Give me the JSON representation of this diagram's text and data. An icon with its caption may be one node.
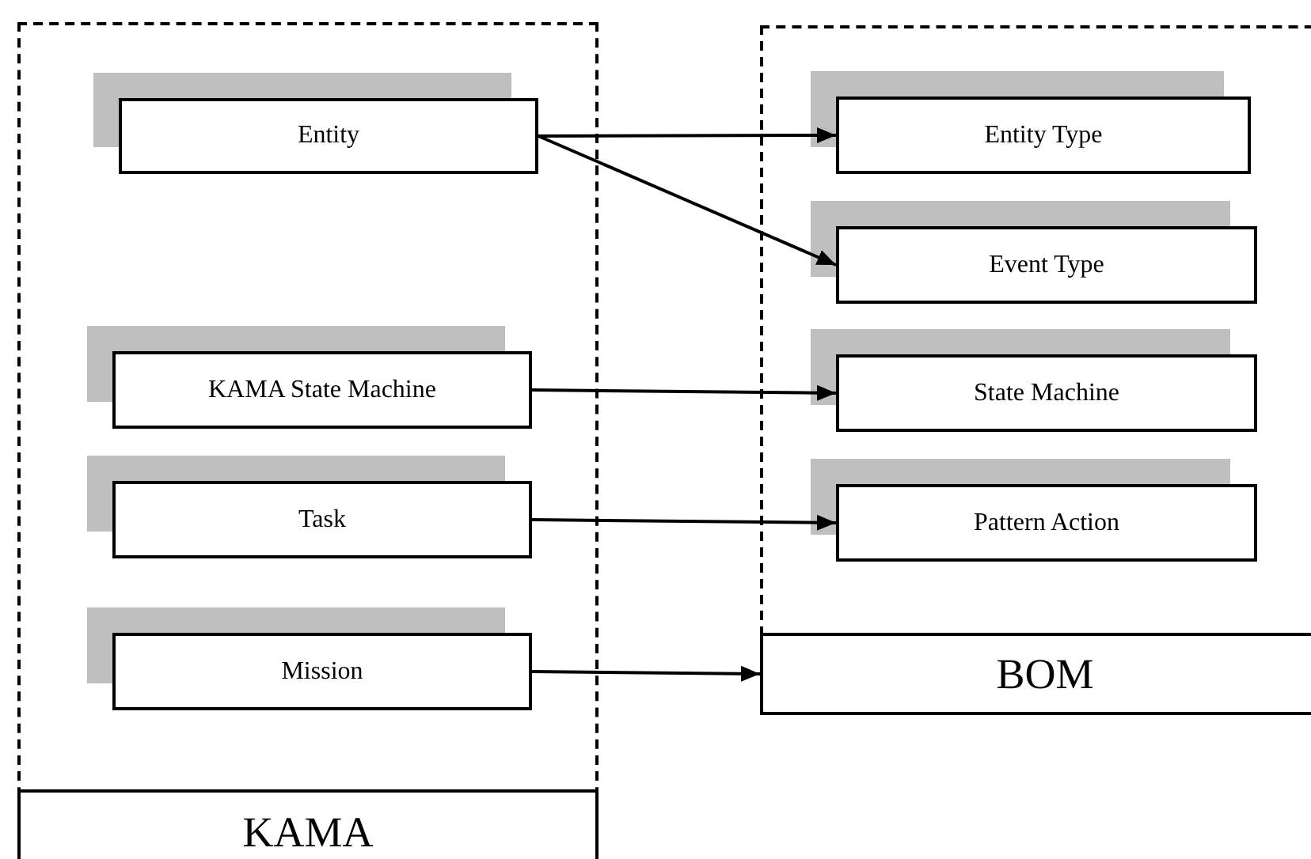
{
  "diagram": {
    "nodes": [
      {
        "text": [
          "KAMA"
        ]
      },
      {
        "text": [
          "Entity"
        ],
        "in": 0
      },
      {
        "text": [
          "KAMA State Machine"
        ],
        "in": 0
      },
      {
        "text": [
          "Task"
        ],
        "in": 0
      },
      {
        "text": [
          "Mission"
        ],
        "in": 0
      },
      {
        "text": [
          "BOM"
        ]
      },
      {
        "text": [
          "Entity Type"
        ],
        "in": 5
      },
      {
        "text": [
          "Event Type"
        ],
        "in": 5
      },
      {
        "text": [
          "State Machine"
        ],
        "in": 5
      },
      {
        "text": [
          "Pattern Action"
        ],
        "in": 5
      }
    ],
    "edges": [
      {
        "from": 1,
        "to": 6,
        "arrow": "to"
      },
      {
        "from": 1,
        "to": 7,
        "arrow": "to"
      },
      {
        "from": 2,
        "to": 8,
        "arrow": "to"
      },
      {
        "from": 3,
        "to": 9,
        "arrow": "to"
      },
      {
        "from": 4,
        "to": 5,
        "arrow": "to"
      }
    ]
  }
}
